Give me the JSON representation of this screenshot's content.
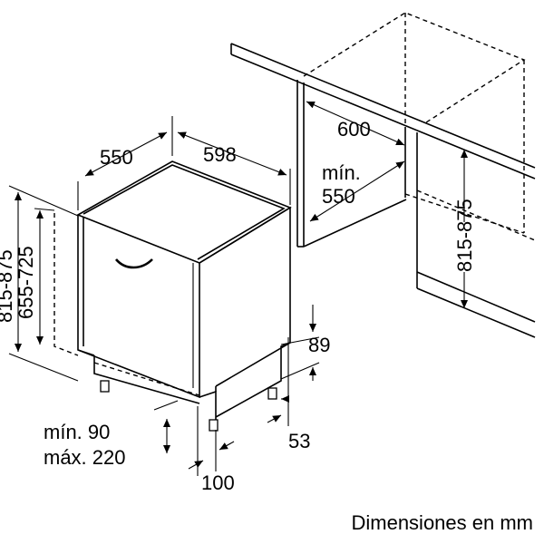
{
  "labels": {
    "depth": "550",
    "width": "598",
    "niche_depth": "600",
    "niche_width_min": "mín.",
    "niche_width_val": "550",
    "height_range": "815-875",
    "door_range": "655-725",
    "niche_height_range": "815-875",
    "plinth_height": "89",
    "plinth_gap": "53",
    "toe_min": "mín. 90",
    "toe_max": "máx. 220",
    "toe_depth": "100"
  },
  "caption": "Dimensiones en mm"
}
